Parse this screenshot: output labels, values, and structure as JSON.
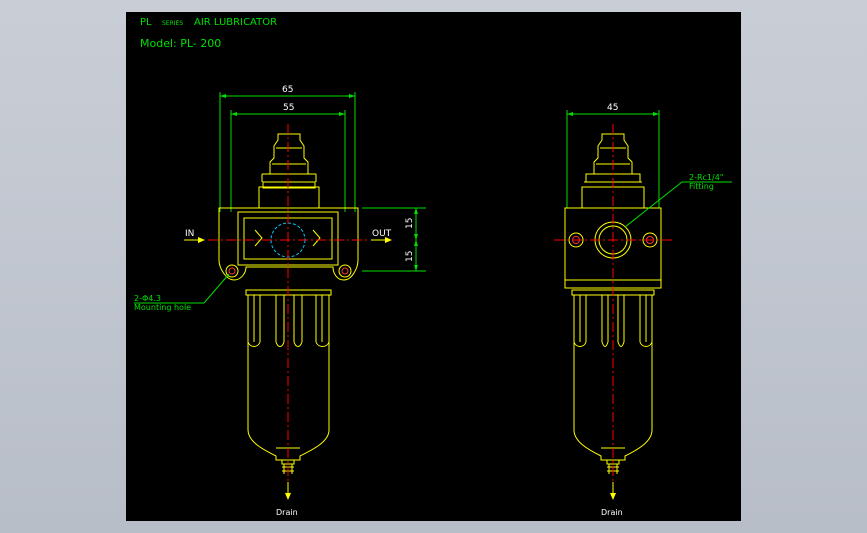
{
  "title": {
    "prefix": "PL",
    "series": "SERIES",
    "name": "AIR LUBRICATOR",
    "model": "Model: PL- 200"
  },
  "dimensions": {
    "overall_width": "65",
    "inner_width": "55",
    "side_width": "45",
    "port_offset_upper": "15",
    "port_offset_lower": "15"
  },
  "labels": {
    "inlet": "IN",
    "outlet": "OUT",
    "mounting_hole_spec": "2-Φ4.3",
    "mounting_hole_text": "Mounting hole",
    "fitting_spec": "2-Rc1/4\"",
    "fitting_text": "Fitting",
    "drain_front": "Drain",
    "drain_side": "Drain"
  },
  "colors": {
    "background": "#000000",
    "outline": "#ffff00",
    "dimension": "#00e000",
    "centerline": "#ff0000",
    "hidden": "#00c8ff",
    "text": "#ffffff"
  }
}
